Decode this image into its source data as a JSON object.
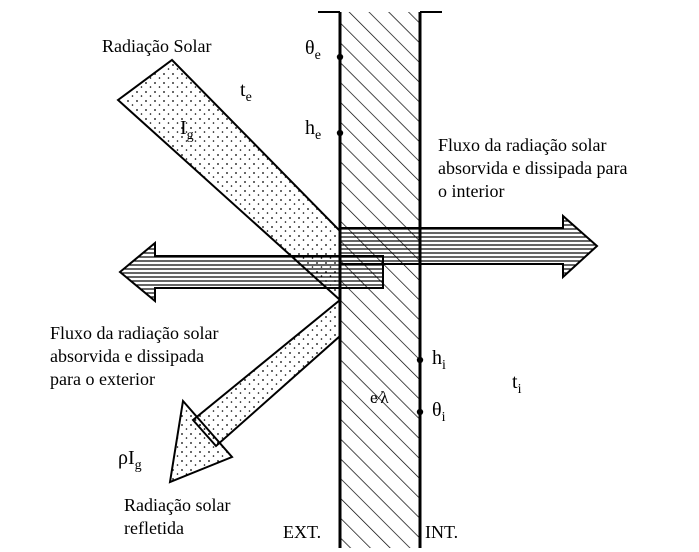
{
  "labels": {
    "solar_radiation": "Radiação Solar",
    "incident": {
      "base": "I",
      "sub": "g"
    },
    "te": {
      "base": "t",
      "sub": "e"
    },
    "theta_e": {
      "base": "θ",
      "sub": "e"
    },
    "he": {
      "base": "h",
      "sub": "e"
    },
    "flux_interior": "Fluxo da radiação solar\nabsorvida e dissipada para\no interior",
    "flux_exterior": "Fluxo da radiação solar\nabsorvida e dissipada\npara o exterior",
    "hi": {
      "base": "h",
      "sub": "i"
    },
    "ti": {
      "base": "t",
      "sub": "i"
    },
    "theta_i": {
      "base": "θ",
      "sub": "i"
    },
    "conduct": "e⁄λ",
    "reflected": {
      "base": "ρI",
      "sub": "g"
    },
    "reflected_label": "Radiação solar\nrefletida",
    "ext": "EXT.",
    "int": "INT."
  }
}
